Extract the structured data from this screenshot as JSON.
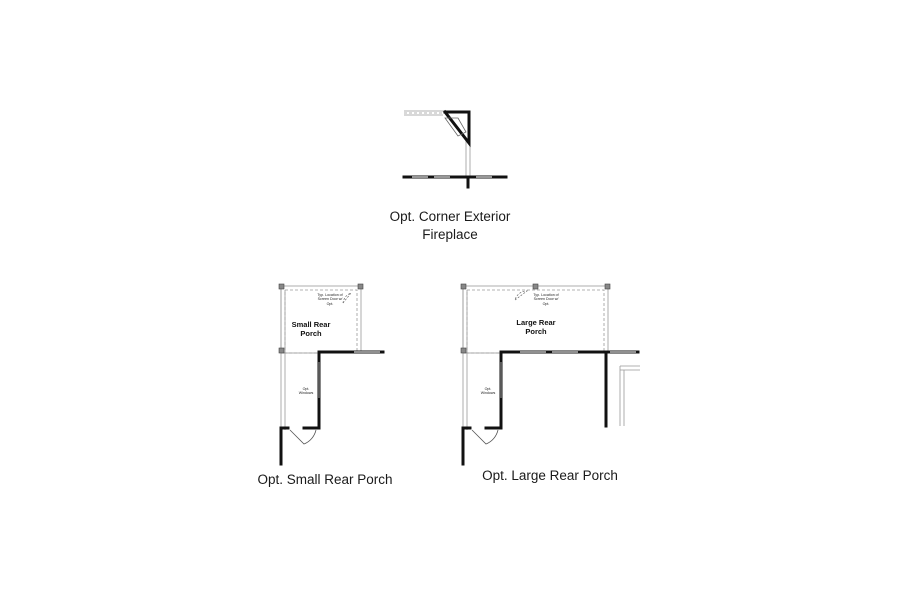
{
  "diagrams": {
    "fireplace": {
      "caption_line1": "Opt. Corner Exterior",
      "caption_line2": "Fireplace"
    },
    "small_porch": {
      "caption": "Opt. Small Rear Porch",
      "room_line1": "Small Rear",
      "room_line2": "Porch",
      "door_note_line1": "Typ. Location of",
      "door_note_line2": "Screen Door w/",
      "door_note_line3": "Opt.",
      "windows_line1": "Opt.",
      "windows_line2": "Windows"
    },
    "large_porch": {
      "caption": "Opt. Large Rear Porch",
      "room_line1": "Large Rear",
      "room_line2": "Porch",
      "door_note_line1": "Typ. Location of",
      "door_note_line2": "Screen Door w/",
      "door_note_line3": "Opt.",
      "windows_line1": "Opt.",
      "windows_line2": "Windows"
    }
  },
  "colors": {
    "wall": "#111111",
    "outline": "#999999",
    "background": "#ffffff"
  }
}
